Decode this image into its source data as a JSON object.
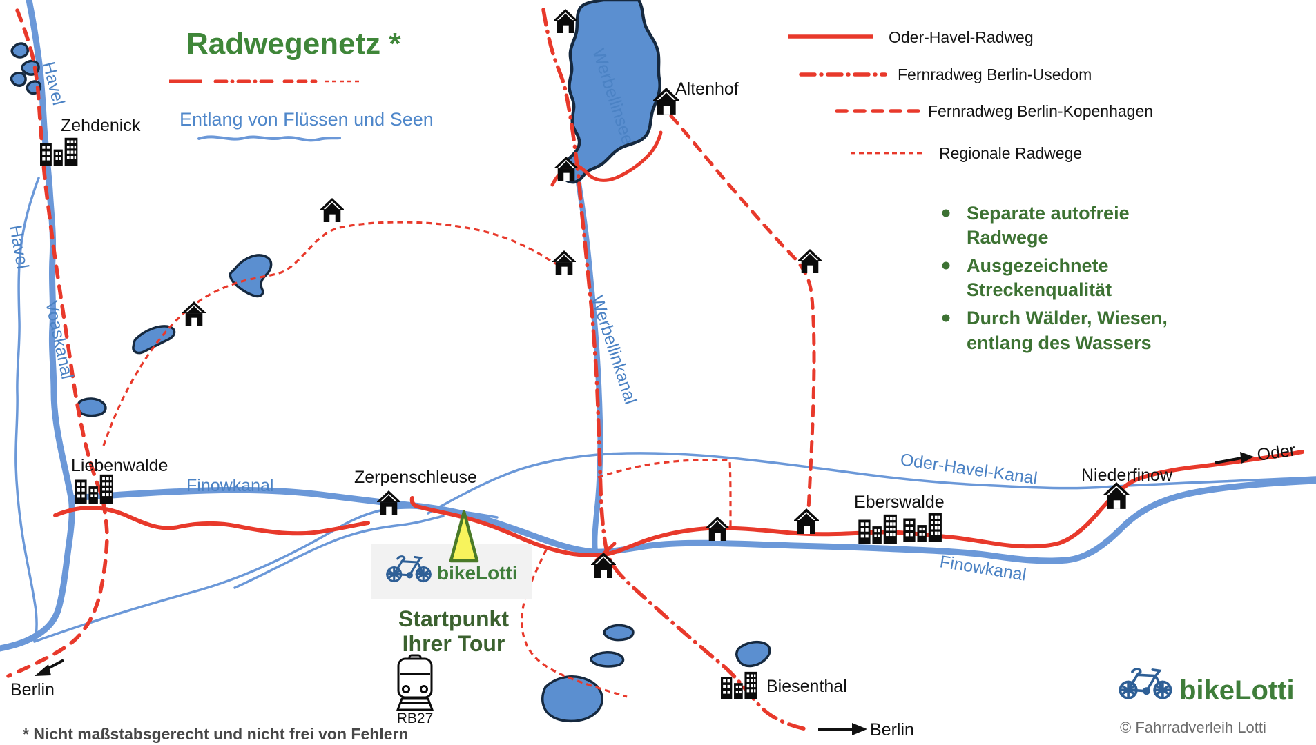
{
  "title": {
    "text": "Radwegenetz *",
    "color": "#3f8639"
  },
  "subtitle": {
    "text": "Entlang von Flüssen und Seen",
    "color": "#4f87ca"
  },
  "legend": {
    "items": [
      {
        "label": "Oder-Havel-Radweg",
        "style": "solid"
      },
      {
        "label": "Fernradweg Berlin-Usedom",
        "style": "dash-dot"
      },
      {
        "label": "Fernradweg Berlin-Kopenhagen",
        "style": "dashed"
      },
      {
        "label": "Regionale Radwege",
        "style": "fine-dashed"
      }
    ]
  },
  "features": {
    "bullets": [
      {
        "line1": "Separate autofreie",
        "line2": "Radwege"
      },
      {
        "line1": "Ausgezeichnete",
        "line2": "Streckenqualität"
      },
      {
        "line1": "Durch Wälder, Wiesen,",
        "line2": "entlang des Wassers"
      }
    ]
  },
  "places": {
    "zehdenick": "Zehdenick",
    "liebenwalde": "Liebenwalde",
    "zerpenschleuse": "Zerpenschleuse",
    "altenhof": "Altenhof",
    "eberswalde": "Eberswalde",
    "niederfinow": "Niederfinow",
    "biesenthal": "Biesenthal"
  },
  "waters": {
    "havel_upper": "Havel",
    "havel_lower": "Havel",
    "voaskanal": "Voaskanal",
    "finowkanal_west": "Finowkanal",
    "finowkanal_east": "Finowkanal",
    "werbellinsee": "Werbellinsee",
    "werbellinkanal": "Werbellinkanal",
    "oder_havel_kanal": "Oder-Havel-Kanal"
  },
  "directions": {
    "berlin_southwest": "Berlin",
    "berlin_southeast": "Berlin",
    "oder": "Oder"
  },
  "start": {
    "brand": "bikeLotti",
    "line1": "Startpunkt",
    "line2": "Ihrer Tour",
    "train_label": "RB27"
  },
  "footer": {
    "disclaimer": "* Nicht maßstabsgerecht und  nicht frei von Fehlern",
    "copyright": "© Fahrradverleih Lotti",
    "brand": "bikeLotti"
  },
  "colors": {
    "route_red": "#e8392b",
    "water_blue": "#6b98d8",
    "lake_fill": "#5b8fd0",
    "lake_outline": "#16293f",
    "water_label": "#4b82c4",
    "title_green": "#3f8639",
    "bullet_green": "#3d7233",
    "dark_green": "#3b612f",
    "brand_green": "#3f7d3a",
    "note_grey": "#474747",
    "copyright_grey": "#6b6b6b"
  }
}
